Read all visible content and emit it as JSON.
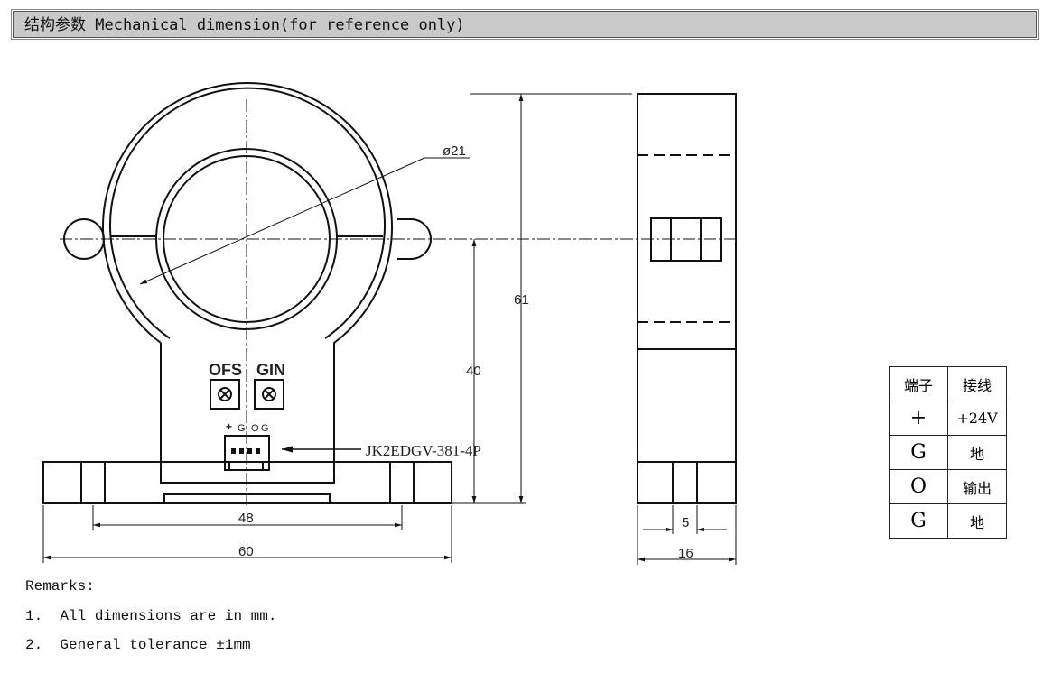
{
  "header": {
    "title": "结构参数  Mechanical dimension(for reference only)"
  },
  "drawing": {
    "diameter": "ø21",
    "dim_61": "61",
    "dim_40": "40",
    "dim_48": "48",
    "dim_60": "60",
    "dim_5": "5",
    "dim_16": "16",
    "ofs": "OFS",
    "gin": "GIN",
    "pins": [
      "+",
      "G",
      "O",
      "G"
    ],
    "connector": "JK2EDGV-381-4P"
  },
  "pin_table": {
    "headers": [
      "端子",
      "接线"
    ],
    "rows": [
      [
        "+",
        "+24V"
      ],
      [
        "G",
        "地"
      ],
      [
        "O",
        "输出"
      ],
      [
        "G",
        "地"
      ]
    ]
  },
  "remarks": {
    "title": "Remarks:",
    "items": [
      "1.  All dimensions are in mm.",
      "2.  General tolerance ±1mm"
    ]
  }
}
